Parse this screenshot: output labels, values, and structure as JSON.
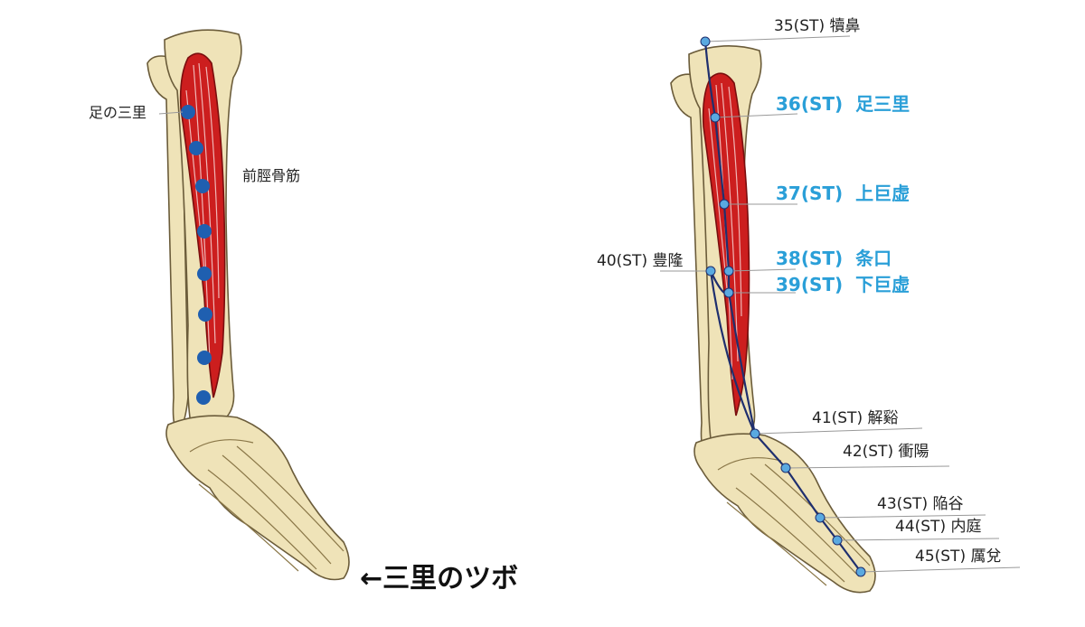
{
  "colors": {
    "bone_fill": "#efe3b8",
    "bone_stroke": "#6b5c3a",
    "muscle_fill": "#cc1e1e",
    "muscle_stroke": "#7a0e0e",
    "dot_blue": "#1f5fb0",
    "meridian_line": "#1f2f6e",
    "acupoint_fill": "#5aa9e0",
    "highlight_text": "#2a9fd8",
    "leader_line": "#999999"
  },
  "left_figure": {
    "point_label": "足の三里",
    "muscle_label": "前脛骨筋",
    "dot_count": 8
  },
  "right_figure": {
    "points": [
      {
        "code": "35(ST)",
        "name": "犢鼻",
        "highlight": false
      },
      {
        "code": "36(ST)",
        "name": "足三里",
        "highlight": true
      },
      {
        "code": "37(ST)",
        "name": "上巨虚",
        "highlight": true
      },
      {
        "code": "38(ST)",
        "name": "条口",
        "highlight": true
      },
      {
        "code": "39(ST)",
        "name": "下巨虚",
        "highlight": true
      },
      {
        "code": "40(ST)",
        "name": "豊隆",
        "highlight": false
      },
      {
        "code": "41(ST)",
        "name": "解谿",
        "highlight": false
      },
      {
        "code": "42(ST)",
        "name": "衝陽",
        "highlight": false
      },
      {
        "code": "43(ST)",
        "name": "陥谷",
        "highlight": false
      },
      {
        "code": "44(ST)",
        "name": "内庭",
        "highlight": false
      },
      {
        "code": "45(ST)",
        "name": "厲兌",
        "highlight": false
      }
    ]
  },
  "caption": "←三里のツボ"
}
